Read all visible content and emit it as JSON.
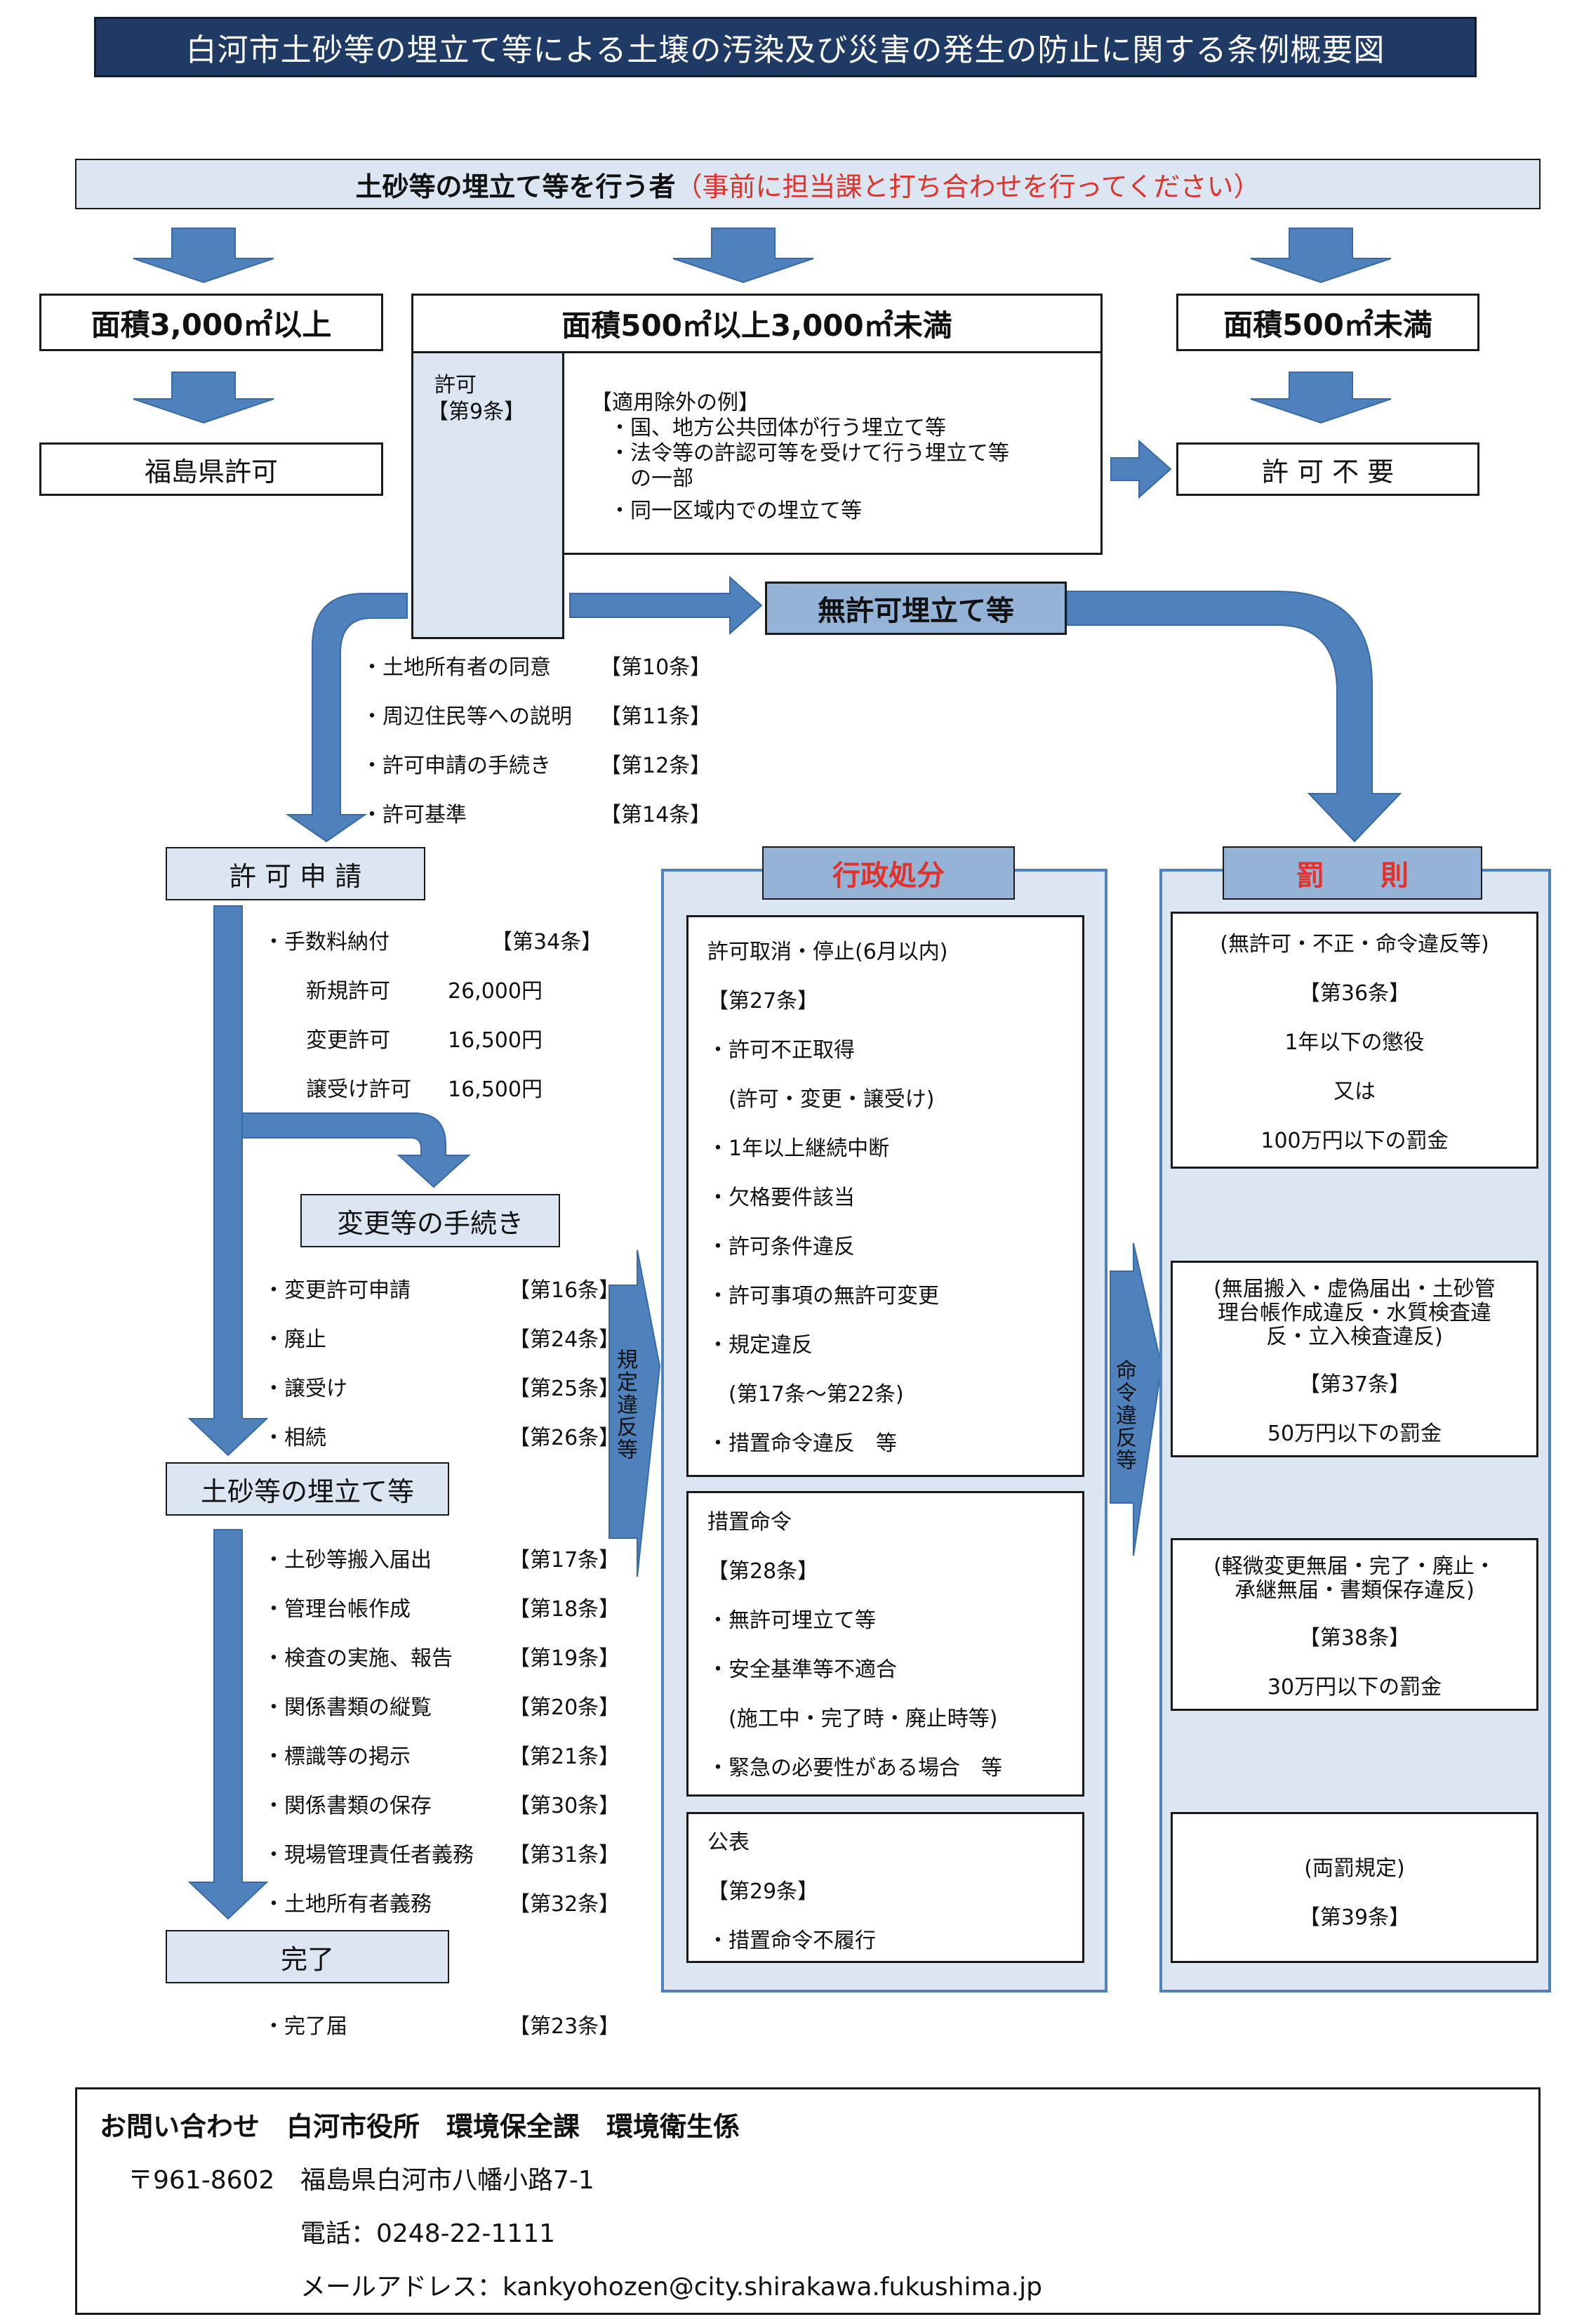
{
  "title": "白河市土砂等の埋立て等による土壌の汚染及び災害の発生の防止に関する条例概要図",
  "top": {
    "actor": "土砂等の埋立て等を行う者",
    "note": "（事前に担当課と打ち合わせを行ってください）"
  },
  "col_left": {
    "area": "面積3,000㎡以上",
    "result": "福島県許可"
  },
  "col_mid": {
    "area": "面積500㎡以上3,000㎡未満",
    "permit_label": "許可",
    "permit_article": "【第9条】",
    "exemptions": [
      "【適用除外の例】",
      "・国、地方公共団体が行う埋立て等",
      "・法令等の許認可等を受けて行う埋立て等",
      "　の一部",
      "・同一区域内での埋立て等"
    ]
  },
  "col_right": {
    "area": "面積500㎡未満",
    "result": "許 可 不 要"
  },
  "unpermitted": "無許可埋立て等",
  "requirements": [
    {
      "item": "・土地所有者の同意",
      "article": "【第10条】"
    },
    {
      "item": "・周辺住民等への説明",
      "article": "【第11条】"
    },
    {
      "item": "・許可申請の手続き",
      "article": "【第12条】"
    },
    {
      "item": "・許可基準",
      "article": "【第14条】"
    }
  ],
  "apply": {
    "title": "許 可 申 請",
    "fee_item": "・手数料納付",
    "fee_article": "【第34条】",
    "fees": [
      {
        "name": "新規許可",
        "amount": "26,000円"
      },
      {
        "name": "変更許可",
        "amount": "16,500円"
      },
      {
        "name": "譲受け許可",
        "amount": "16,500円"
      }
    ]
  },
  "change": {
    "title": "変更等の手続き",
    "items": [
      {
        "item": "・変更許可申請",
        "article": "【第16条】"
      },
      {
        "item": "・廃止",
        "article": "【第24条】"
      },
      {
        "item": "・譲受け",
        "article": "【第25条】"
      },
      {
        "item": "・相続",
        "article": "【第26条】"
      }
    ]
  },
  "landfill": {
    "title": "土砂等の埋立て等",
    "items": [
      {
        "item": "・土砂等搬入届出",
        "article": "【第17条】"
      },
      {
        "item": "・管理台帳作成",
        "article": "【第18条】"
      },
      {
        "item": "・検査の実施、報告",
        "article": "【第19条】"
      },
      {
        "item": "・関係書類の縦覧",
        "article": "【第20条】"
      },
      {
        "item": "・標識等の掲示",
        "article": "【第21条】"
      },
      {
        "item": "・関係書類の保存",
        "article": "【第30条】"
      },
      {
        "item": "・現場管理責任者義務",
        "article": "【第31条】"
      },
      {
        "item": "・土地所有者義務",
        "article": "【第32条】"
      }
    ]
  },
  "complete": {
    "title": "完了",
    "item": "・完了届",
    "article": "【第23条】"
  },
  "arrow_labels": {
    "violation": "規定違反等",
    "order_violation": "命令違反等"
  },
  "admin": {
    "title": "行政処分",
    "cancel": {
      "lines": [
        "許可取消・停止(6月以内)",
        "【第27条】",
        "・許可不正取得",
        "　(許可・変更・譲受け)",
        "・1年以上継続中断",
        "・欠格要件該当",
        "・許可条件違反",
        "・許可事項の無許可変更",
        "・規定違反",
        "　(第17条～第22条)",
        "・措置命令違反　等"
      ]
    },
    "order": {
      "lines": [
        "措置命令",
        "【第28条】",
        "・無許可埋立て等",
        "・安全基準等不適合",
        "　(施工中・完了時・廃止時等)",
        "・緊急の必要性がある場合　等"
      ]
    },
    "publish": {
      "lines": [
        "公表",
        "【第29条】",
        "・措置命令不履行"
      ]
    }
  },
  "penalty": {
    "title": "罰　　則",
    "boxes": [
      {
        "lines": [
          "(無許可・不正・命令違反等)",
          "【第36条】",
          "1年以下の懲役",
          "又は",
          "100万円以下の罰金"
        ]
      },
      {
        "lines": [
          "(無届搬入・虚偽届出・土砂管",
          "理台帳作成違反・水質検査違",
          "反・立入検査違反)",
          "【第37条】",
          "50万円以下の罰金"
        ]
      },
      {
        "lines": [
          "(軽微変更無届・完了・廃止・",
          "承継無届・書類保存違反)",
          "【第38条】",
          "30万円以下の罰金"
        ]
      },
      {
        "lines": [
          "(両罰規定)",
          "【第39条】"
        ]
      }
    ]
  },
  "contact": {
    "heading": "お問い合わせ　白河市役所　環境保全課　環境衛生係",
    "postal": "〒961-8602",
    "address": "福島県白河市八幡小路7-1",
    "phone": "電話：0248-22-1111",
    "email": "メールアドレス：kankyohozen@city.shirakawa.fukushima.jp"
  },
  "colors": {
    "title_bg": "#1f3a64",
    "light": "#dce6f2",
    "mid": "#95b3d7",
    "arrow": "#4f81bd",
    "red": "#e0312b"
  }
}
